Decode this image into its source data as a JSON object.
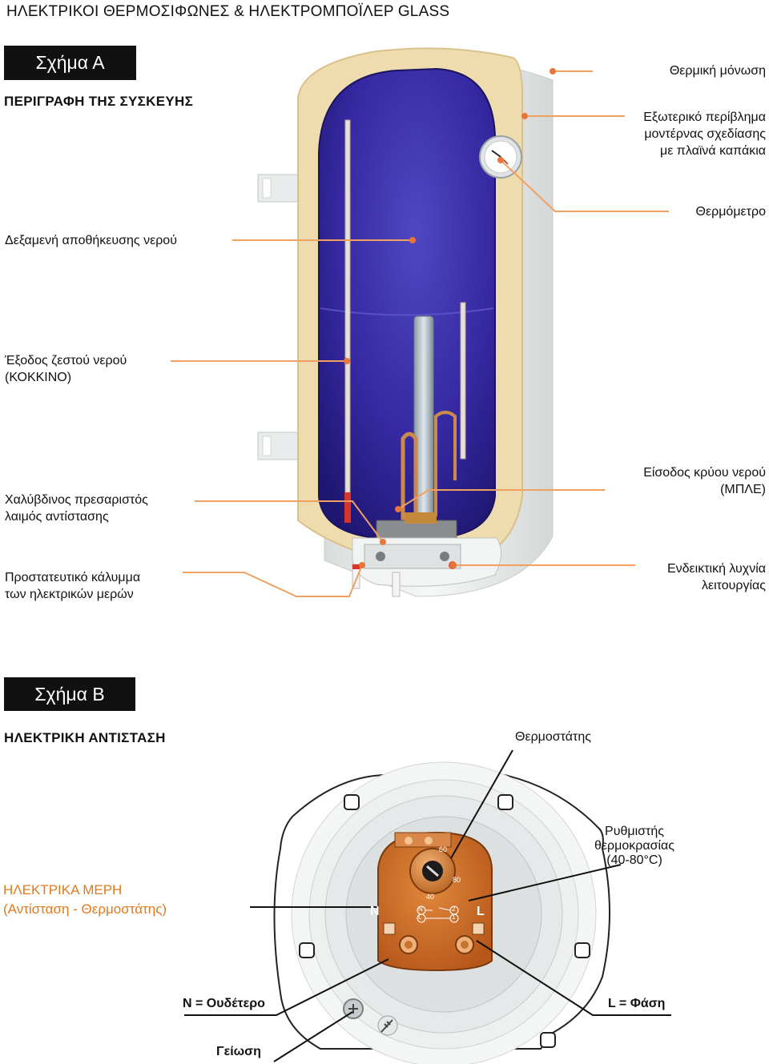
{
  "title": "ΗΛΕΚΤΡΙΚΟΙ ΘΕΡΜΟΣΙΦΩΝΕΣ & ΗΛΕΚΤΡΟΜΠΟΪΛΕΡ GLASS",
  "figure_a": {
    "box_label": "Σχήμα Α",
    "heading": "ΠΕΡΙΓΡΑΦΗ ΤΗΣ ΣΥΣΚΕΥΗΣ",
    "labels": {
      "thermal_insulation": "Θερμική μόνωση",
      "casing_line1": "Εξωτερικό περίβλημα",
      "casing_line2": "μοντέρνας σχεδίασης",
      "casing_line3": "με πλαϊνά καπάκια",
      "thermometer": "Θερμόμετρο",
      "storage_tank": "Δεξαμενή αποθήκευσης νερού",
      "hot_outlet_line1": "Έξοδος ζεστού νερού",
      "hot_outlet_line2": "(ΚΟΚΚΙΝΟ)",
      "neck_line1": "Χαλύβδινος πρεσαριστός",
      "neck_line2": "λαιμός αντίστασης",
      "cold_inlet_line1": "Είσοδος κρύου νερού",
      "cold_inlet_line2": "(ΜΠΛΕ)",
      "cover_line1": "Προστατευτικό κάλυμμα",
      "cover_line2": "των ηλεκτρικών μερών",
      "lamp_line1": "Ενδεικτική λυχνία",
      "lamp_line2": "λειτουργίας"
    }
  },
  "figure_b": {
    "box_label": "Σχήμα Β",
    "heading": "ΗΛΕΚΤΡΙΚΗ ΑΝΤΙΣΤΑΣΗ",
    "labels": {
      "thermostat": "Θερμοστάτης",
      "regulator_line1": "Ρυθμιστής",
      "regulator_line2": "θερμοκρασίας",
      "regulator_line3": "(40-80°C)",
      "electrical_parts_line1": "ΗΛΕΚΤΡΙΚΑ ΜΕΡΗ",
      "electrical_parts_line2": "(Αντίσταση - Θερμοστάτης)",
      "neutral": "N = Ουδέτερο",
      "phase": "L = Φάση",
      "earth": "Γείωση"
    },
    "plate": {
      "n": "N",
      "l": "L",
      "dial_min": "40",
      "dial_mid": "60",
      "dial_max": "80",
      "tn": "N",
      "tl": "L",
      "t2": "2",
      "t1": "1"
    }
  },
  "colors": {
    "leader": "#f0a060",
    "dot": "#e8763a",
    "insulation": "#efdcae",
    "tank": "#3a2aa0",
    "casing": "#eceeee",
    "thermostat": "#c8641c",
    "orange_text": "#e07a1f"
  }
}
